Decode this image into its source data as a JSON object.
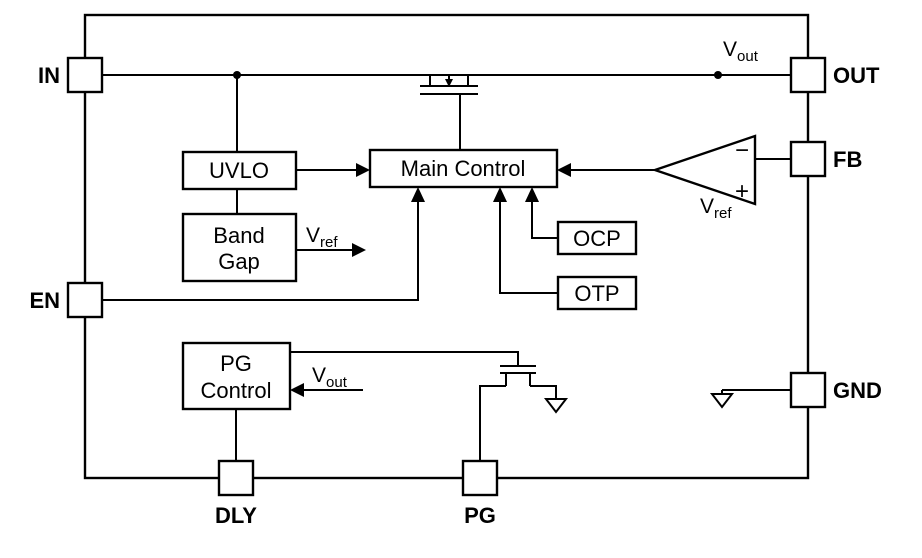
{
  "pins": {
    "in": "IN",
    "en": "EN",
    "out": "OUT",
    "fb": "FB",
    "gnd": "GND",
    "dly": "DLY",
    "pg": "PG"
  },
  "blocks": {
    "uvlo": "UVLO",
    "bandgap_line1": "Band",
    "bandgap_line2": "Gap",
    "main_control": "Main Control",
    "ocp": "OCP",
    "otp": "OTP",
    "pg_control_line1": "PG",
    "pg_control_line2": "Control"
  },
  "labels": {
    "vout_node": {
      "main": "V",
      "sub": "out"
    },
    "vref_out": {
      "main": "V",
      "sub": "ref"
    },
    "vref_comp": {
      "main": "V",
      "sub": "ref"
    },
    "vout_pg": {
      "main": "V",
      "sub": "out"
    }
  },
  "comparator": {
    "minus": "−",
    "plus": "+"
  },
  "colors": {
    "stroke": "#000000",
    "background": "#ffffff"
  }
}
